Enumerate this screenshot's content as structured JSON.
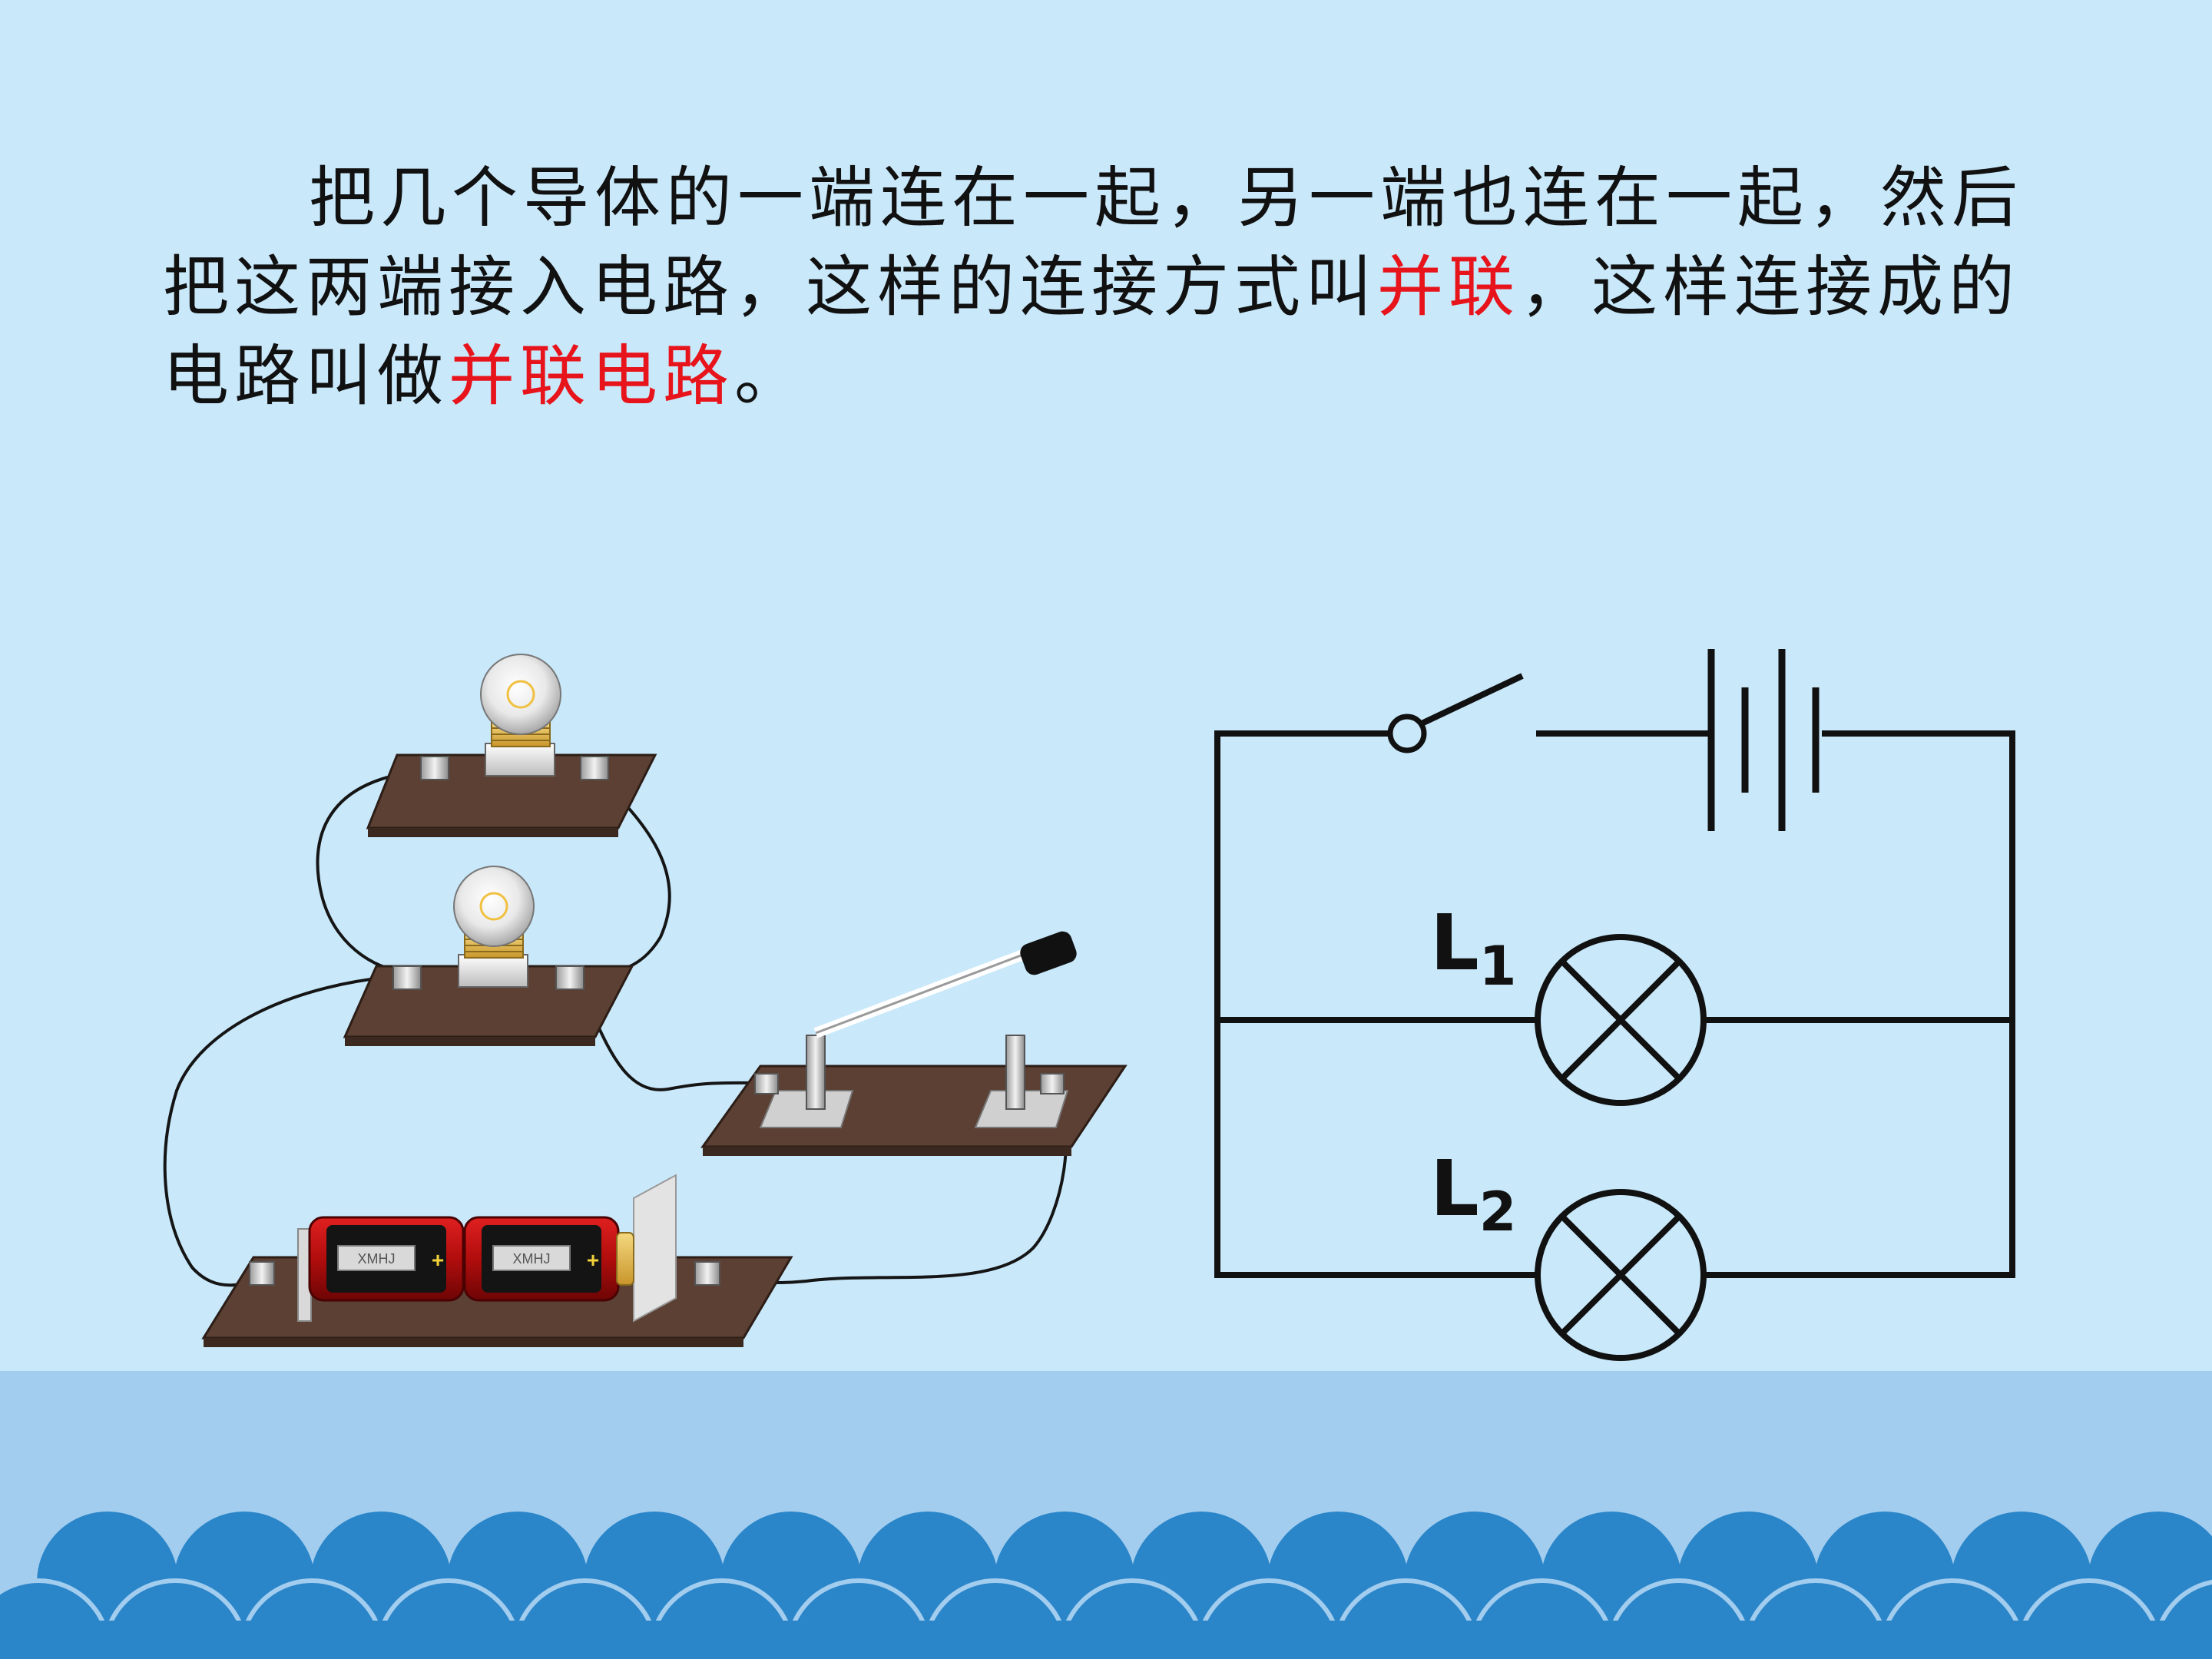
{
  "paragraph": {
    "line1": "把几个导体的一端连在一起，另一端也连在一起，然后",
    "line2_a": "把这两端接入电路，这样的连接方式叫",
    "line2_hl": "并联",
    "line2_b": "，这样连接成的",
    "line3_a": "电路叫做",
    "line3_hl": "并联电路",
    "line3_b": "。"
  },
  "schematic": {
    "lamp1_letter": "L",
    "lamp1_sub": "1",
    "lamp2_letter": "L",
    "lamp2_sub": "2"
  },
  "battery_label": "XMHJ",
  "colors": {
    "background": "#c9e9fb",
    "highlight": "#e8141c",
    "wave_dark": "#2a85c9",
    "wave_light": "#a2cdee",
    "board": "#5b4033"
  }
}
